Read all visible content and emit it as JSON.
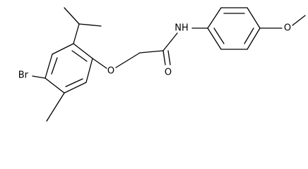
{
  "atoms": {
    "bromine": "Br",
    "ether_oxygen": "O",
    "carbonyl_oxygen": "O",
    "amide_nitrogen": "NH",
    "methoxy_oxygen": "O"
  }
}
